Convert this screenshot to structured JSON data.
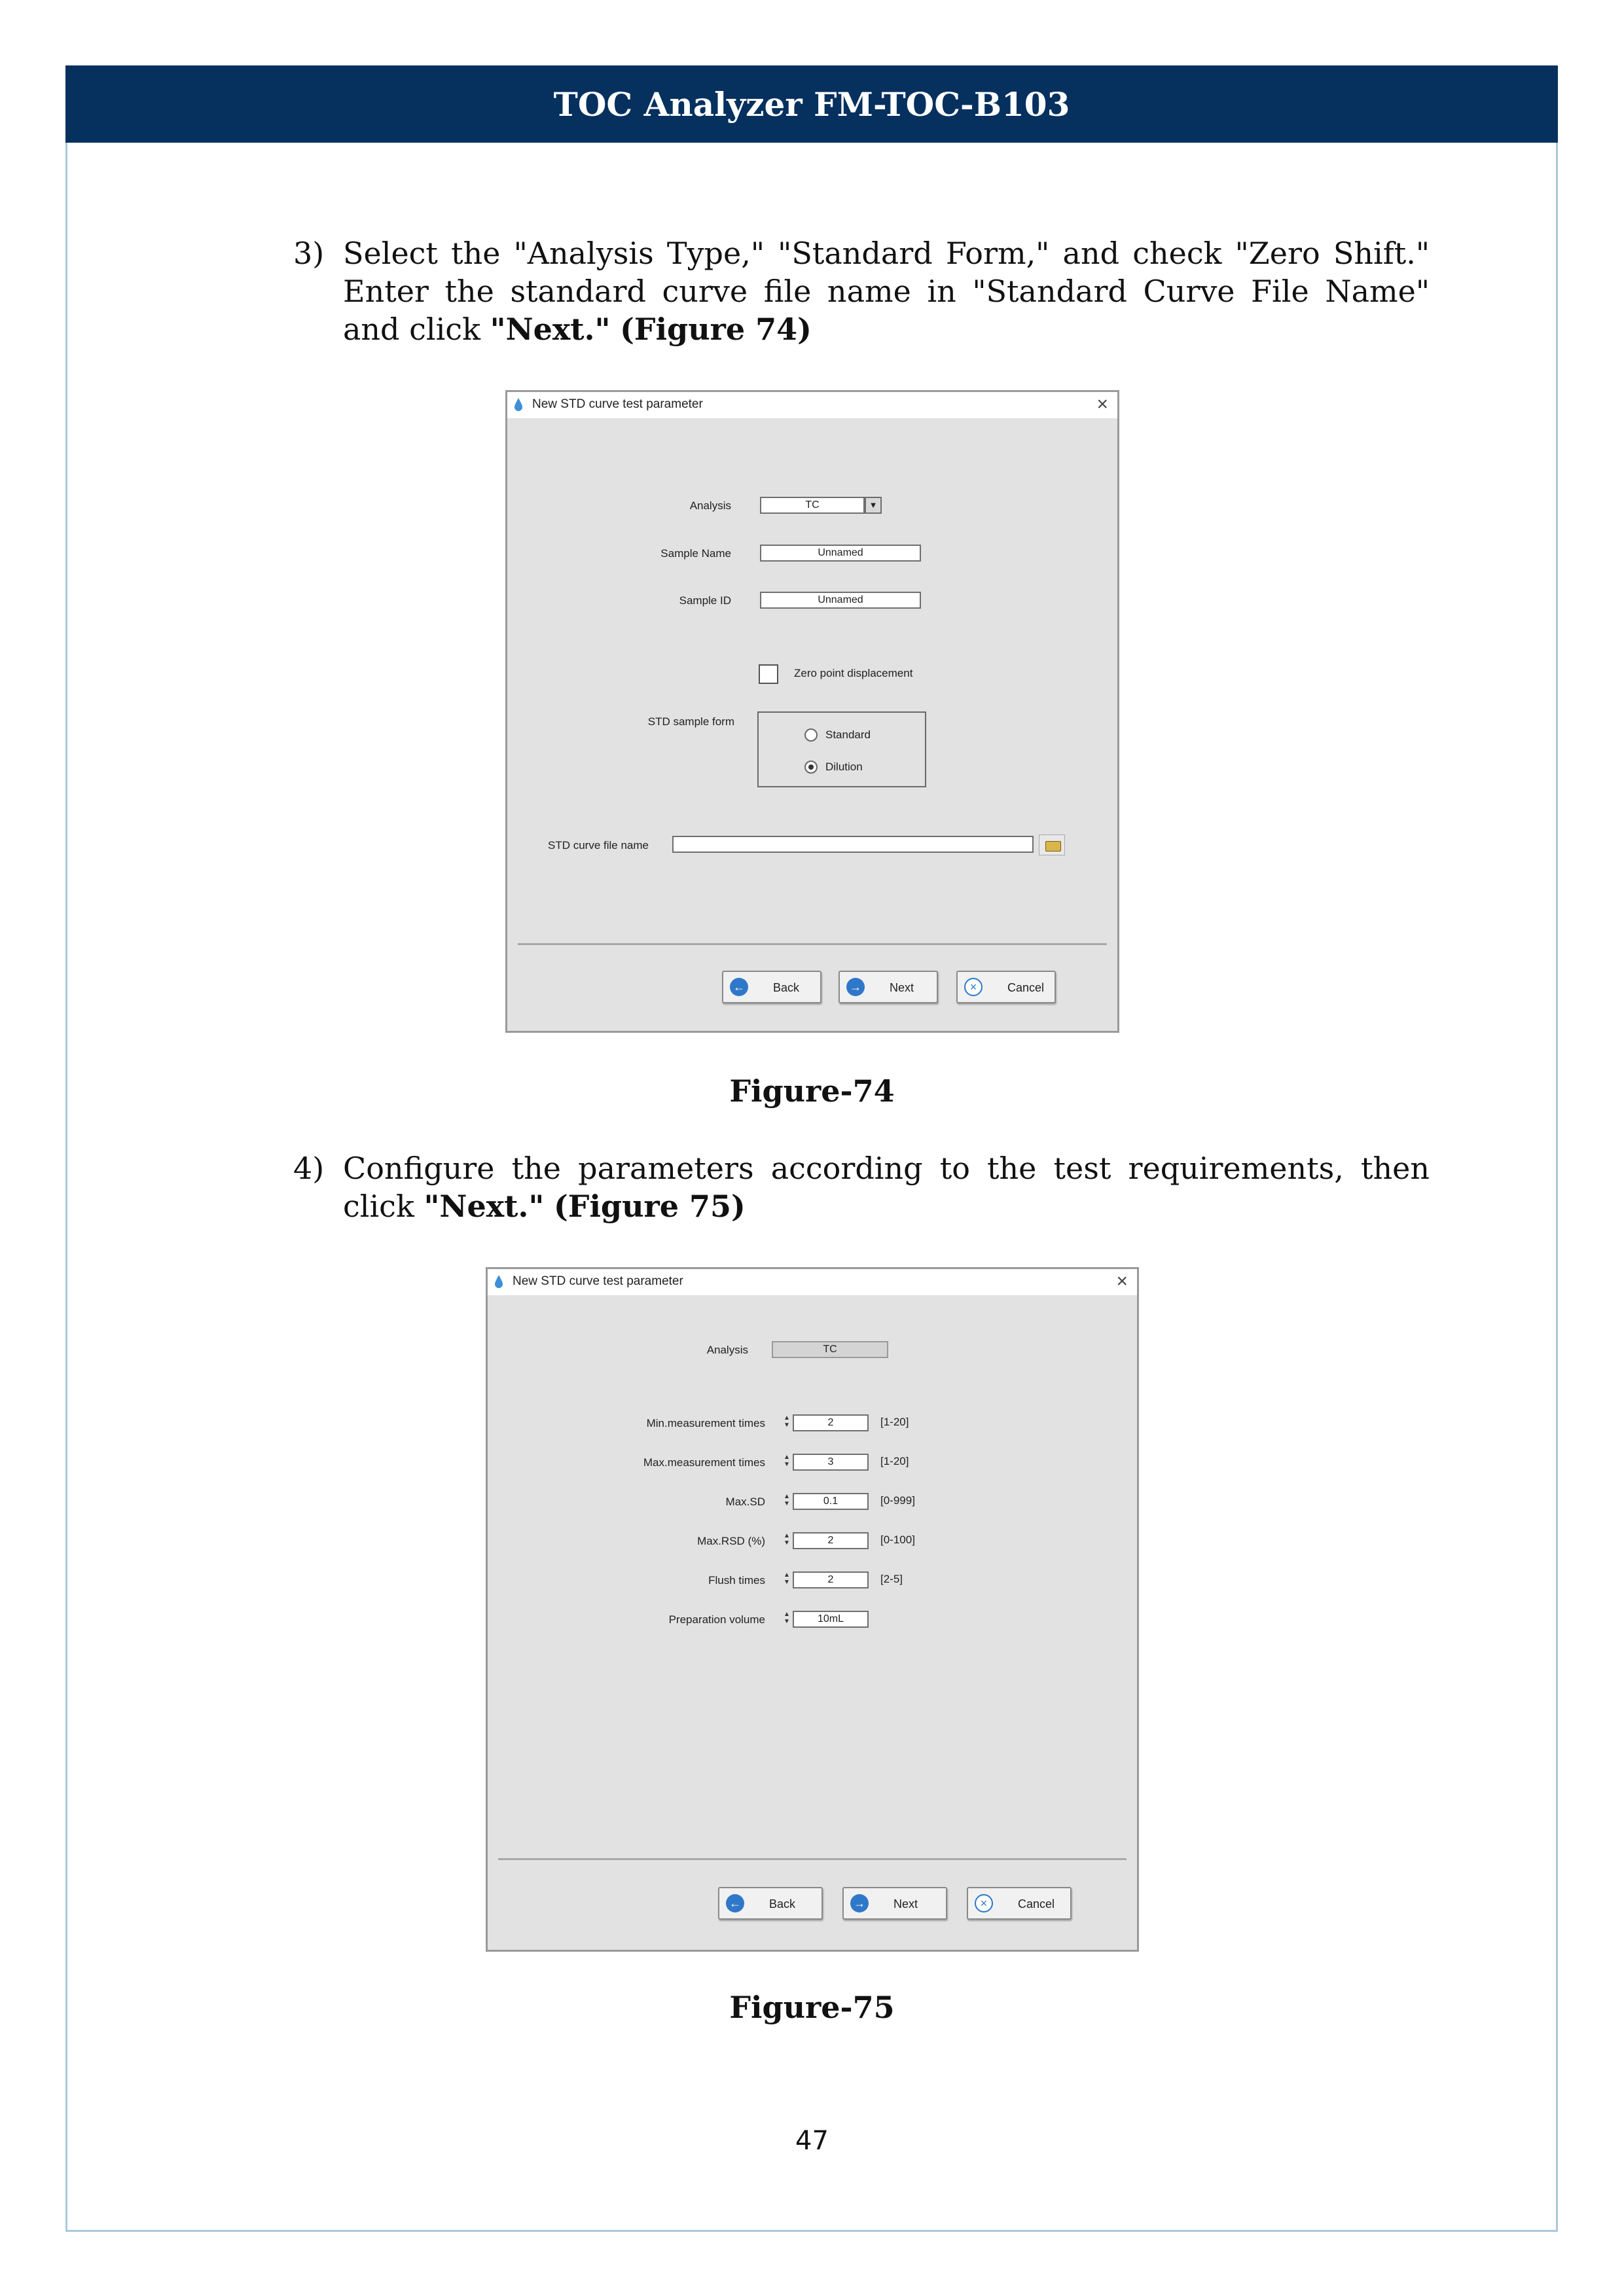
{
  "header": {
    "title": "TOC Analyzer FM-TOC-B103"
  },
  "step3": {
    "number": "3)",
    "text_a": "Select the \"Analysis Type,\" \"Standard Form,\" and check \"Zero Shift.\" Enter the standard curve file name in \"Standard Curve File Name\" and click ",
    "bold_next": "\"Next.\"",
    "bold_ref": "(Figure 74)"
  },
  "fig74": {
    "window_title": "New STD curve test parameter",
    "close_glyph": "×",
    "analysis_label": "Analysis",
    "analysis_value": "TC",
    "sample_name_label": "Sample Name",
    "sample_name_value": "Unnamed",
    "sample_id_label": "Sample ID",
    "sample_id_value": "Unnamed",
    "zero_point_label": "Zero point displacement",
    "zero_point_checked": false,
    "std_form_label": "STD sample form",
    "radio_standard": "Standard",
    "radio_dilution": "Dilution",
    "selected_form": "Dilution",
    "std_file_label": "STD curve file name",
    "std_file_value": "",
    "back": "Back",
    "next": "Next",
    "cancel": "Cancel",
    "caption": "Figure-74"
  },
  "step4": {
    "number": "4)",
    "text_a": "Configure the parameters according to the test requirements, then click ",
    "bold_next": "\"Next.\"",
    "bold_ref": "(Figure 75)"
  },
  "fig75": {
    "window_title": "New STD curve test parameter",
    "close_glyph": "×",
    "analysis_label": "Analysis",
    "analysis_value": "TC",
    "rows": [
      {
        "label": "Min.measurement times",
        "value": "2",
        "range": "[1-20]"
      },
      {
        "label": "Max.measurement times",
        "value": "3",
        "range": "[1-20]"
      },
      {
        "label": "Max.SD",
        "value": "0.1",
        "range": "[0-999]"
      },
      {
        "label": "Max.RSD (%)",
        "value": "2",
        "range": "[0-100]"
      },
      {
        "label": "Flush times",
        "value": "2",
        "range": "[2-5]"
      },
      {
        "label": "Preparation volume",
        "value": "10mL",
        "range": ""
      }
    ],
    "back": "Back",
    "next": "Next",
    "cancel": "Cancel",
    "caption": "Figure-75"
  },
  "page_number": "47"
}
